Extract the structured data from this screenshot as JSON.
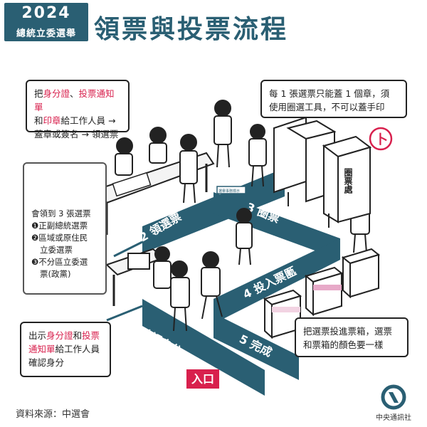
{
  "header": {
    "year": "2024",
    "election_name": "總統立委選舉",
    "title": "領票與投票流程"
  },
  "callouts": {
    "receive": {
      "parts": [
        "把",
        "身分證",
        "、",
        "投票通知單",
        "和",
        "印章",
        "給工作人員 →",
        "蓋章或簽名 → 領選票"
      ]
    },
    "stamp": {
      "line1": "每 1 張選票只能蓋 1 個章，須",
      "line2": "使用圈選工具，不可以蓋手印"
    },
    "ballots": {
      "heading": "會領到 3 張選票",
      "items": [
        "❶正副總統選票",
        "❷區域或原住民",
        "立委選票",
        "❸不分區立委選",
        "票(政黨)"
      ]
    },
    "deposit": {
      "line1": "把選票投進票箱，選票",
      "line2": "和票箱的顏色要一樣"
    },
    "verify": {
      "parts": [
        "出示",
        "身分證",
        "和",
        "投票",
        "通知單",
        "給工作人員",
        "確認身分"
      ]
    }
  },
  "steps": {
    "s1": "1 確認身分",
    "s2": "2 領選票",
    "s3": "3 圈票",
    "s4": "4 投入票匭",
    "s5": "5 完成",
    "entrance": "入口"
  },
  "booth": {
    "label": "圈票處"
  },
  "sign": {
    "label": "選舉事務標示"
  },
  "footer": {
    "source": "資料來源：中選會",
    "agency": "中央通訊社"
  },
  "colors": {
    "teal": "#2a5f73",
    "accent": "#d8204d",
    "ink": "#222222"
  },
  "icons": [
    "stamp-circle-icon",
    "cna-logo-icon"
  ]
}
